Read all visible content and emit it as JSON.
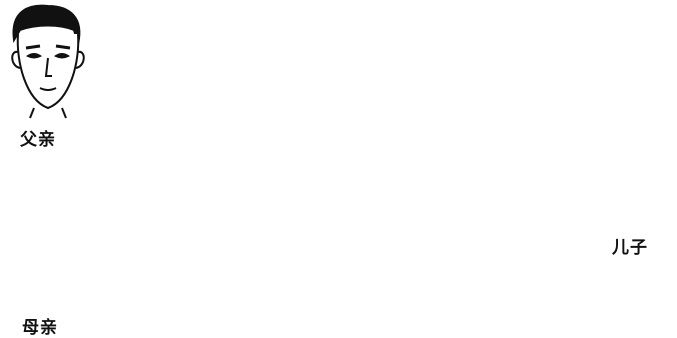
{
  "labels": {
    "father": "父亲",
    "mother": "母亲",
    "son": "儿子"
  },
  "colors": {
    "ink": "#111111",
    "cell_fill": "#dcdcdc",
    "nucleus": "#0a0a0a",
    "background": "#ffffff"
  }
}
